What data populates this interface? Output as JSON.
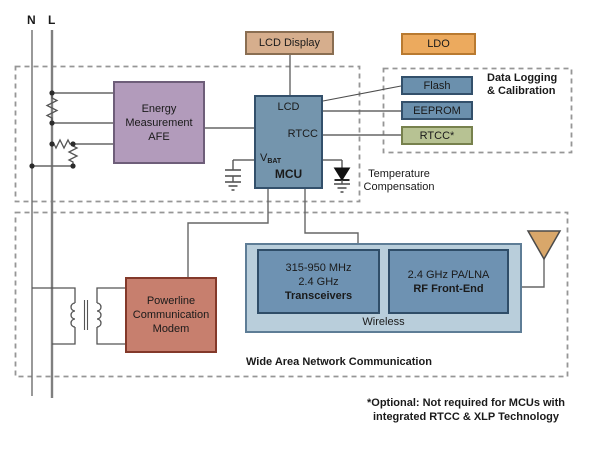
{
  "power_lines": {
    "neutral_label": "N",
    "live_label": "L"
  },
  "blocks": {
    "lcd_display": {
      "label": "LCD Display"
    },
    "ldo": {
      "label": "LDO"
    },
    "afe": {
      "line1": "Energy",
      "line2": "Measurement",
      "line3": "AFE"
    },
    "mcu": {
      "name": "MCU",
      "pin_lcd": "LCD",
      "pin_rtcc": "RTCC",
      "pin_vbat_v": "V",
      "pin_vbat_sub": "BAT"
    },
    "flash": {
      "label": "Flash"
    },
    "eeprom": {
      "label": "EEPROM"
    },
    "rtcc_optional": {
      "label": "RTCC*"
    },
    "powerline_modem": {
      "line1": "Powerline",
      "line2": "Communication",
      "line3": "Modem"
    },
    "transceivers": {
      "line1": "315-950 MHz",
      "line2": "2.4 GHz",
      "line3": "Transceivers"
    },
    "rf_front_end": {
      "line1": "2.4 GHz PA/LNA",
      "line2": "RF Front-End"
    },
    "wireless": {
      "label": "Wireless"
    }
  },
  "annotations": {
    "data_logging": {
      "line1": "Data Logging",
      "line2": "& Calibration"
    },
    "temperature_compensation": {
      "line1": "Temperature",
      "line2": "Compensation"
    },
    "wan": {
      "label": "Wide Area Network Communication"
    },
    "footnote": {
      "line1": "*Optional: Not required for MCUs with",
      "line2": "integrated RTCC & XLP Technology"
    }
  },
  "colors": {
    "mcu_blue": "#7495ad",
    "memory_blue": "#6b90ad",
    "afe_purple": "#b29bbb",
    "lcd_tan": "#d6ae8d",
    "ldo_orange": "#ecaa5e",
    "rtcc_green": "#b7c293",
    "modem_salmon": "#c77f6e",
    "wireless_panel_blue": "#b9cedb",
    "wireless_block_blue": "#6e92b2",
    "antenna_tan": "#d9a76a",
    "wire_gray": "#666666",
    "dash_gray": "#969696"
  }
}
